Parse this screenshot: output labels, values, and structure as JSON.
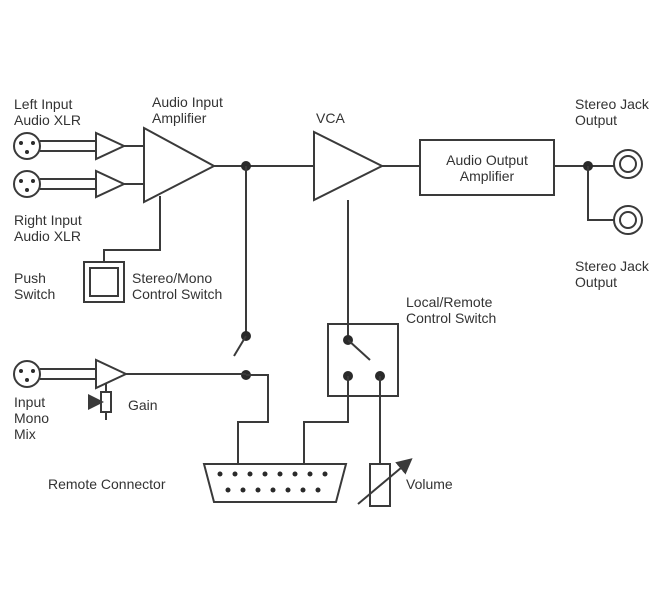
{
  "labels": {
    "left_input": [
      "Left Input",
      "Audio XLR"
    ],
    "right_input": [
      "Right Input",
      "Audio XLR"
    ],
    "audio_input_amplifier": [
      "Audio Input",
      "Amplifier"
    ],
    "vca": "VCA",
    "audio_output_amplifier": [
      "Audio Output",
      "Amplifier"
    ],
    "stereo_jack_output_top": [
      "Stereo Jack",
      "Output"
    ],
    "stereo_jack_output_bottom": [
      "Stereo Jack",
      "Output"
    ],
    "push_switch": [
      "Push",
      "Switch"
    ],
    "stereo_mono_switch": [
      "Stereo/Mono",
      "Control Switch"
    ],
    "local_remote_switch": [
      "Local/Remote",
      "Control Switch"
    ],
    "input_mono_mix": [
      "Input",
      "Mono",
      "Mix"
    ],
    "gain": "Gain",
    "remote_connector": "Remote Connector",
    "volume": "Volume"
  }
}
